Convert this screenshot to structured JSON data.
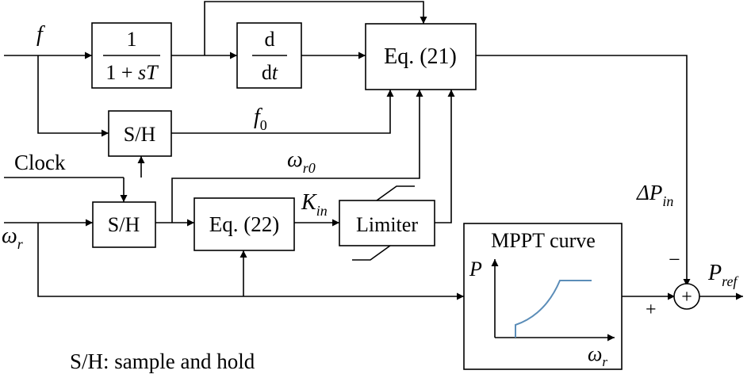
{
  "signals": {
    "f": "f",
    "f0_base": "f",
    "f0_sub": "0",
    "clock": "Clock",
    "omega_r0_base": "ω",
    "omega_r0_sub": "r0",
    "omega_r_base": "ω",
    "omega_r_sub": "r",
    "k_in_base": "K",
    "k_in_sub": "in",
    "delta_p_in_base": "ΔP",
    "delta_p_in_sub": "in",
    "p_ref_base": "P",
    "p_ref_sub": "ref",
    "minus_sign": "−",
    "plus_sign": "+",
    "sum_symbol": "+"
  },
  "blocks": {
    "lowpass": {
      "numerator": "1",
      "denominator_prefix": "1 + ",
      "denominator_var": "sT"
    },
    "derivative": {
      "numerator": "d",
      "denominator_prefix": "d",
      "denominator_var": "t"
    },
    "eq21": {
      "label": "Eq. (21)"
    },
    "sh_top": {
      "label": "S/H"
    },
    "sh_bottom": {
      "label": "S/H"
    },
    "eq22": {
      "label": "Eq. (22)"
    },
    "limiter": {
      "label": "Limiter"
    },
    "mppt": {
      "title": "MPPT curve",
      "y_axis_label": "P",
      "x_axis_label_base": "ω",
      "x_axis_label_sub": "r",
      "curve_color": "#5b8db8"
    }
  },
  "note": "S/H: sample and hold"
}
